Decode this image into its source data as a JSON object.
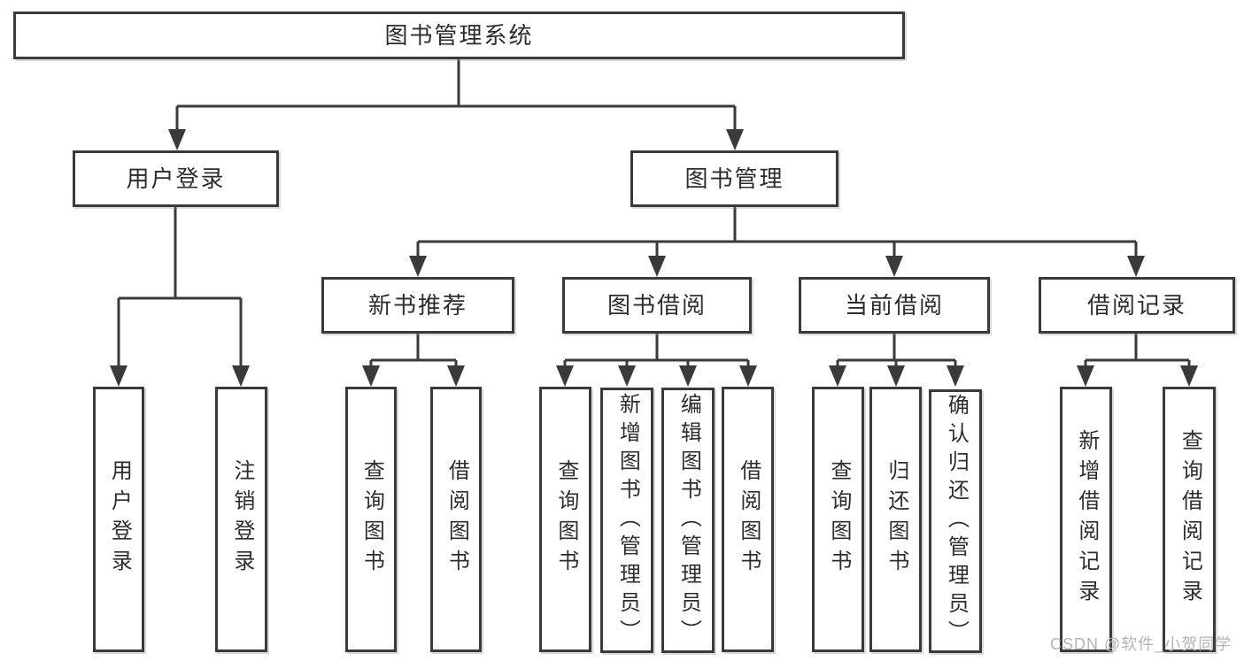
{
  "diagram": {
    "root": {
      "label": "图书管理系统"
    },
    "children": [
      {
        "label": "用户登录",
        "children": [
          {
            "label": "用户登录"
          },
          {
            "label": "注销登录"
          }
        ]
      },
      {
        "label": "图书管理",
        "children": [
          {
            "label": "新书推荐",
            "children": [
              {
                "label": "查询图书"
              },
              {
                "label": "借阅图书"
              }
            ]
          },
          {
            "label": "图书借阅",
            "children": [
              {
                "label": "查询图书"
              },
              {
                "label": "新增图书（管理员）"
              },
              {
                "label": "编辑图书（管理员）"
              },
              {
                "label": "借阅图书"
              }
            ]
          },
          {
            "label": "当前借阅",
            "children": [
              {
                "label": "查询图书"
              },
              {
                "label": "归还图书"
              },
              {
                "label": "确认归还（管理员）"
              }
            ]
          },
          {
            "label": "借阅记录",
            "children": [
              {
                "label": "新增借阅记录"
              },
              {
                "label": "查询借阅记录"
              }
            ]
          }
        ]
      }
    ]
  },
  "watermark": {
    "text": "CSDN @软件_小贺同学",
    "color": "#b4b4b4"
  },
  "colors": {
    "line": "#3a3a3a",
    "box_border": "#3a3a3a",
    "text": "#2d2d2d",
    "background": "#ffffff"
  }
}
